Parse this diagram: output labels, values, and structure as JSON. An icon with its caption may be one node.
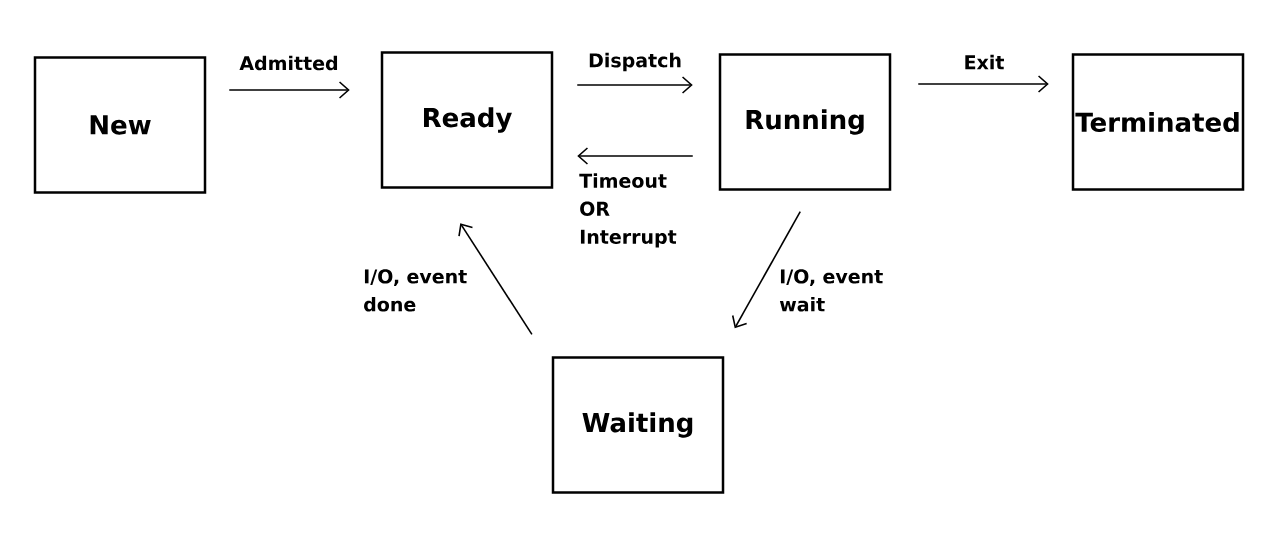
{
  "diagram": {
    "nodes": [
      {
        "text": [
          "New"
        ]
      },
      {
        "text": [
          "Ready"
        ]
      },
      {
        "text": [
          "Running"
        ]
      },
      {
        "text": [
          "Terminated"
        ]
      },
      {
        "text": [
          "Waiting"
        ]
      }
    ],
    "edges": [
      {
        "from": 0,
        "to": 1,
        "arrow": "to",
        "label": "Admitted"
      },
      {
        "from": 1,
        "to": 2,
        "arrow": "to",
        "label": "Dispatch"
      },
      {
        "from": 2,
        "to": 3,
        "arrow": "to",
        "label": "Exit"
      },
      {
        "from": 2,
        "to": 1,
        "arrow": "to",
        "label": "Timeout OR Interrupt"
      },
      {
        "from": 2,
        "to": 4,
        "arrow": "to",
        "label": "I/O, event wait"
      },
      {
        "from": 4,
        "to": 1,
        "arrow": "to",
        "label": "I/O, event done"
      }
    ]
  }
}
